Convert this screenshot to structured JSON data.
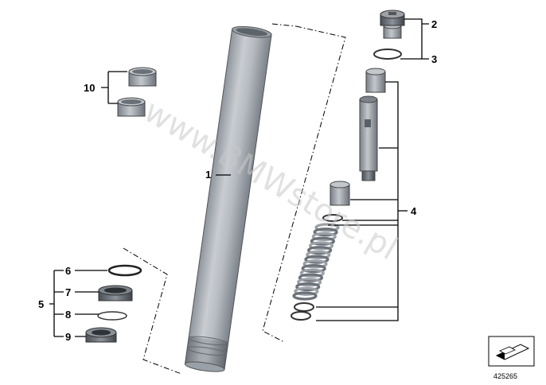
{
  "watermark": "www.BMWstore.pl",
  "image_number": "425265",
  "callouts": [
    {
      "id": "1",
      "label": "1"
    },
    {
      "id": "2",
      "label": "2"
    },
    {
      "id": "3",
      "label": "3"
    },
    {
      "id": "4",
      "label": "4"
    },
    {
      "id": "5",
      "label": "5"
    },
    {
      "id": "6",
      "label": "6"
    },
    {
      "id": "7",
      "label": "7"
    },
    {
      "id": "8",
      "label": "8"
    },
    {
      "id": "9",
      "label": "9"
    },
    {
      "id": "10",
      "label": "10"
    }
  ],
  "icon": "view-direction-icon"
}
